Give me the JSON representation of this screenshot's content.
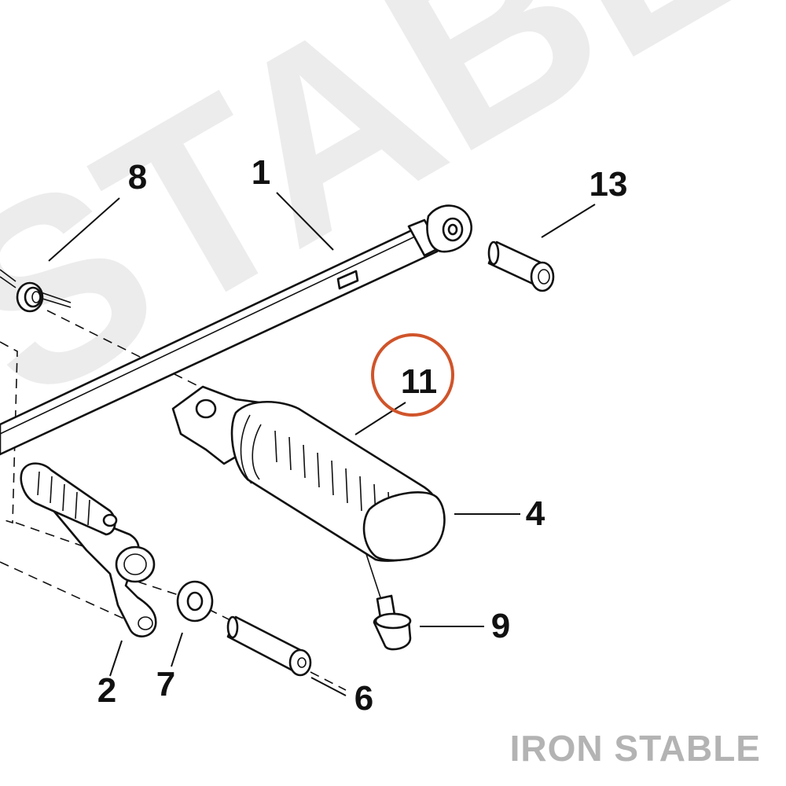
{
  "diagram": {
    "watermark": "STABLE",
    "brand": "IRON STABLE",
    "highlight_color": "#d0542a",
    "callouts": [
      {
        "id": "c8",
        "label": "8"
      },
      {
        "id": "c1",
        "label": "1"
      },
      {
        "id": "c13",
        "label": "13"
      },
      {
        "id": "c11",
        "label": "11",
        "highlighted": true
      },
      {
        "id": "c4",
        "label": "4"
      },
      {
        "id": "c9",
        "label": "9"
      },
      {
        "id": "c2",
        "label": "2"
      },
      {
        "id": "c7",
        "label": "7"
      },
      {
        "id": "c6",
        "label": "6"
      }
    ]
  }
}
